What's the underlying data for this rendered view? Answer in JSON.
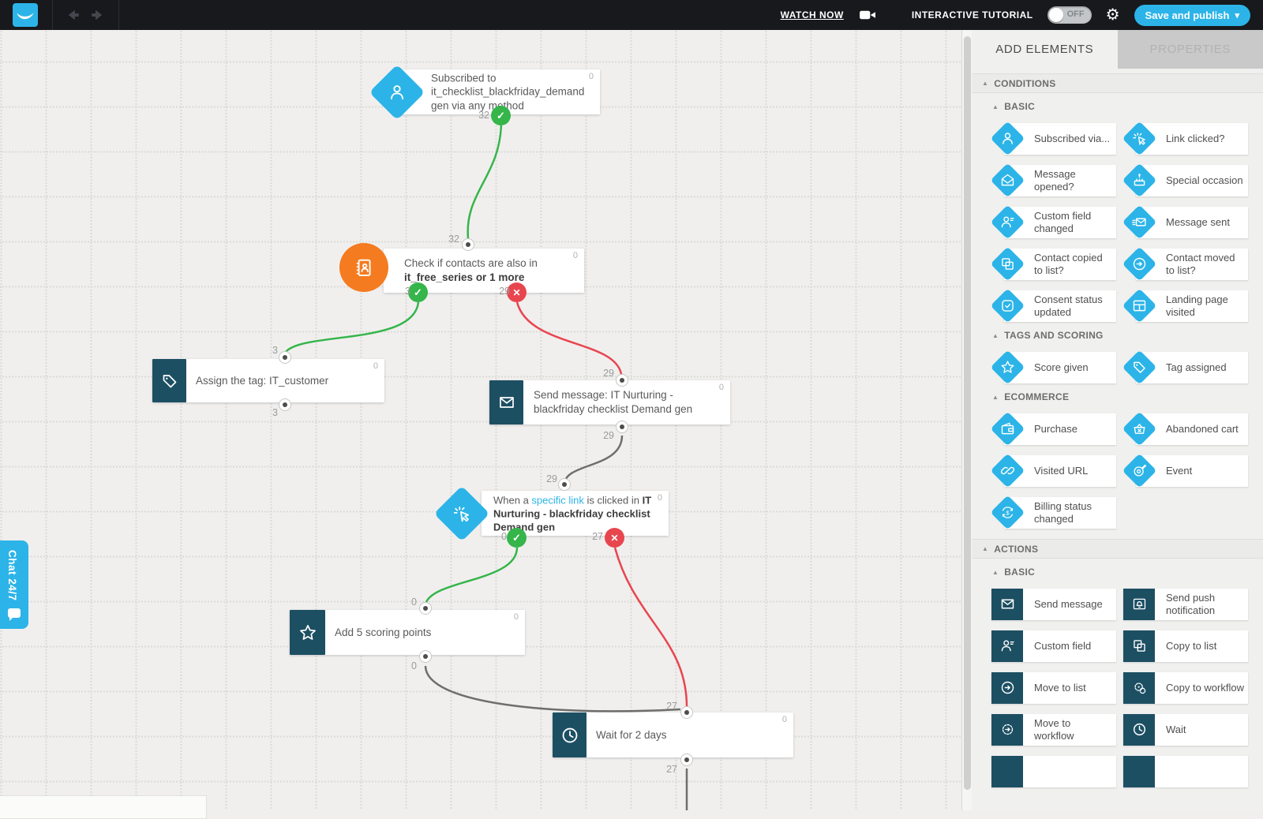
{
  "topbar": {
    "watch_now": "WATCH NOW",
    "interactive_tutorial": "INTERACTIVE TUTORIAL",
    "toggle_state": "OFF",
    "save_button": "Save and publish"
  },
  "chat_tab": {
    "label": "Chat 24/7"
  },
  "canvas": {
    "nodes": [
      {
        "id": "subscribed-trigger",
        "title": "Subscribed to it_checklist_blackfriday_demandgen via any method",
        "corner": "0",
        "yes": "32"
      },
      {
        "id": "check-lists",
        "title_plain": "Check if contacts are also in ",
        "title_bold": "it_free_series or 1 more",
        "corner": "0",
        "in": "32",
        "yes": "3",
        "no": "29"
      },
      {
        "id": "assign-tag",
        "title": "Assign the tag: IT_customer",
        "corner": "0",
        "in": "3",
        "out": "3"
      },
      {
        "id": "send-message",
        "title": "Send message: IT Nurturing - blackfriday checklist Demand gen",
        "corner": "0",
        "in": "29",
        "out": "29"
      },
      {
        "id": "link-clicked",
        "title_pre": "When a ",
        "title_link": "specific link",
        "title_mid": " is clicked in ",
        "title_bold": "IT Nurturing - blackfriday checklist Demand gen",
        "corner": "0",
        "in": "29",
        "yes": "0",
        "no": "27"
      },
      {
        "id": "add-scoring",
        "title": "Add 5 scoring points",
        "corner": "0",
        "in": "0",
        "out": "0"
      },
      {
        "id": "wait",
        "title": "Wait for 2 days",
        "corner": "0",
        "in": "27",
        "out": "27"
      }
    ]
  },
  "sidebar": {
    "tabs": {
      "add_elements": "ADD ELEMENTS",
      "properties": "PROPERTIES"
    },
    "conditions": {
      "header": "CONDITIONS",
      "basic_header": "BASIC",
      "basic": [
        "Subscribed via...",
        "Link clicked?",
        "Message opened?",
        "Special occasion",
        "Custom field changed",
        "Message sent",
        "Contact copied to list?",
        "Contact moved to list?",
        "Consent status updated",
        "Landing page visited"
      ],
      "tags_header": "TAGS AND SCORING",
      "tags": [
        "Score given",
        "Tag assigned"
      ],
      "ecommerce_header": "ECOMMERCE",
      "ecommerce": [
        "Purchase",
        "Abandoned cart",
        "Visited URL",
        "Event",
        "Billing status changed"
      ]
    },
    "actions": {
      "header": "ACTIONS",
      "basic_header": "BASIC",
      "basic": [
        "Send message",
        "Send push notification",
        "Custom field",
        "Copy to list",
        "Move to list",
        "Copy to workflow",
        "Move to workflow",
        "Wait"
      ]
    }
  },
  "colors": {
    "accent_blue": "#2cb4e8",
    "tile_dark": "#1d4f63",
    "orange": "#f47b20",
    "success_green": "#35b54a",
    "failure_red": "#e8464f"
  }
}
